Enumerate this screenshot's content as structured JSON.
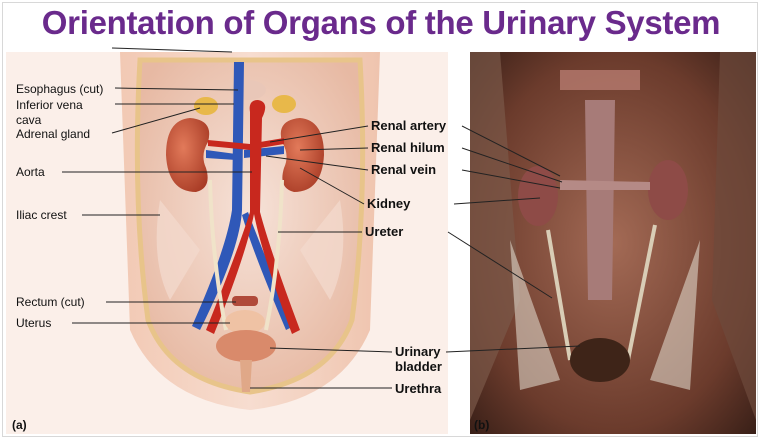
{
  "title": "Orientation of Organs of the Urinary System",
  "panel_a": {
    "letter": "(a)",
    "labels": [
      "Esophagus (cut)",
      "Inferior vena",
      "cava",
      "Adrenal gland",
      "Aorta",
      "Iliac crest",
      "Rectum (cut)",
      "Uterus"
    ]
  },
  "center_labels": [
    "Renal artery",
    "Renal hilum",
    "Renal vein",
    "Kidney",
    "Ureter",
    "Urinary",
    "bladder",
    "Urethra"
  ],
  "panel_b": {
    "letter": "(b)"
  },
  "colors": {
    "title": "#6a2a8c",
    "artery": "#c8281e",
    "vein": "#2f58b8"
  }
}
